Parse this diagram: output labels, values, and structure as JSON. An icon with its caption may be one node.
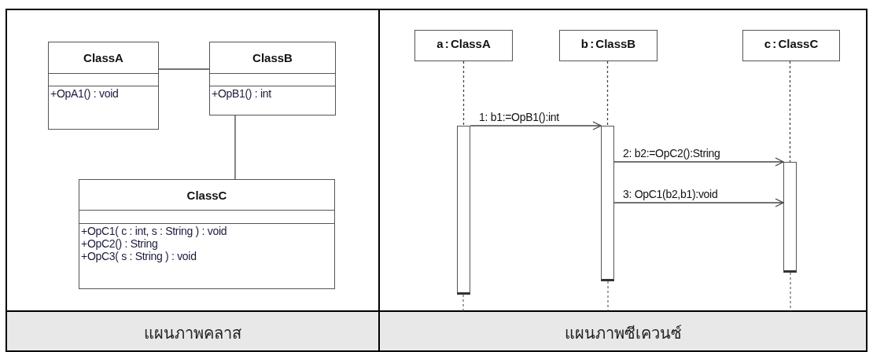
{
  "diagram": {
    "nodes": [
      {
        "text": [
          "ClassA",
          "+OpA1() : void"
        ]
      },
      {
        "text": [
          "ClassB",
          "+OpB1() : int"
        ]
      },
      {
        "text": [
          "ClassC",
          "+OpC1( c : int, s : String ) : void",
          "+OpC2() : String",
          "+OpC3( s : String ) : void"
        ]
      },
      {
        "text": [
          "a : ClassA"
        ]
      },
      {
        "text": [
          "b : ClassB"
        ]
      },
      {
        "text": [
          "c : ClassC"
        ]
      },
      {
        "text": [],
        "shape": "bar"
      },
      {
        "text": [],
        "shape": "bar"
      },
      {
        "text": [],
        "shape": "bar"
      }
    ],
    "edges": [
      {
        "from": 0,
        "to": 1,
        "arrow": "none"
      },
      {
        "from": 1,
        "to": 2,
        "arrow": "none"
      },
      {
        "from": 3,
        "to": 6,
        "arrow": "none",
        "style": "dashed"
      },
      {
        "from": 4,
        "to": 7,
        "arrow": "none",
        "style": "dashed"
      },
      {
        "from": 5,
        "to": 8,
        "arrow": "none",
        "style": "dashed"
      },
      {
        "from": 6,
        "to": 7,
        "arrow": "to",
        "label": "1: b1:=OpB1():int"
      },
      {
        "from": 7,
        "to": 8,
        "arrow": "to",
        "label": "2: b2:=OpC2():String"
      },
      {
        "from": 7,
        "to": 8,
        "arrow": "to",
        "label": "3: OpC1(b2,b1):void"
      }
    ],
    "labels": [
      "แผนภาพคลาส",
      "แผนภาพซีเควนซ์"
    ]
  }
}
